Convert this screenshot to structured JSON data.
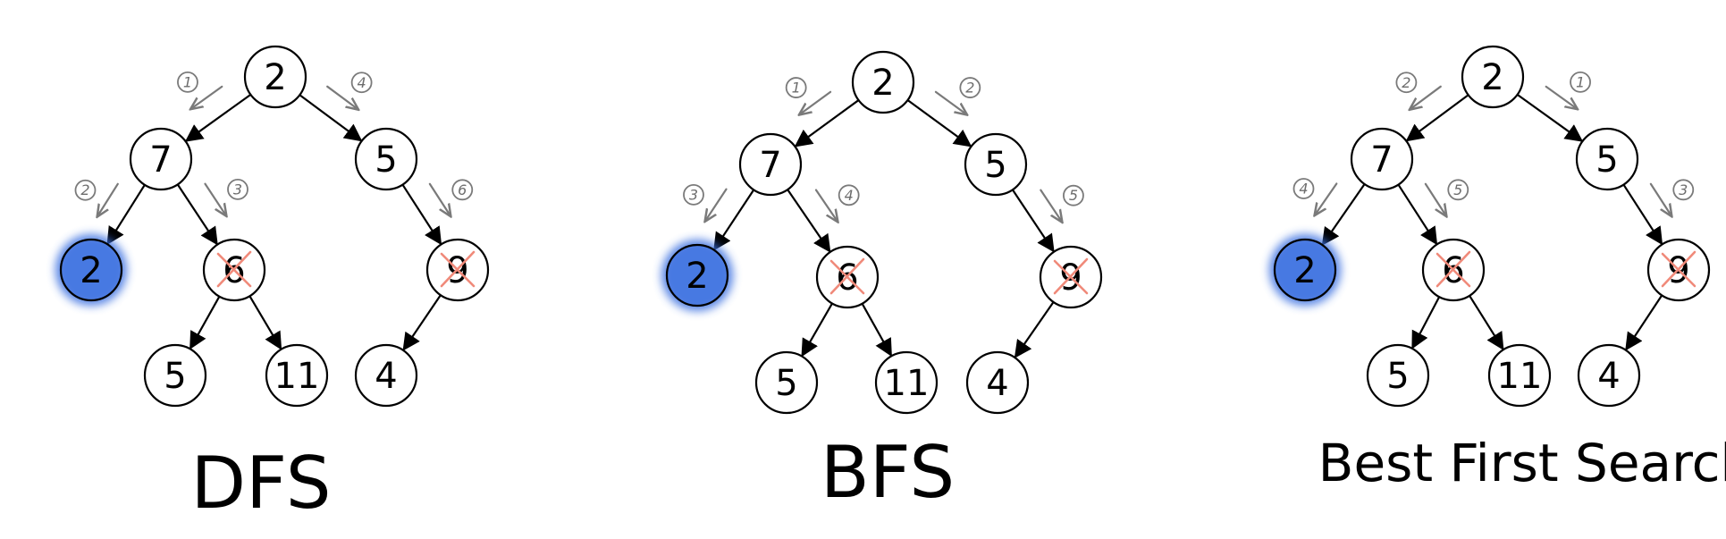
{
  "colors": {
    "found_highlight": "#3a6fe0",
    "pruned_cross": "#f08a7a",
    "pencil": "#7a7a7a"
  },
  "panels": [
    {
      "caption": "DFS",
      "nodes": [
        {
          "id": "root",
          "label": "2"
        },
        {
          "id": "l",
          "label": "7"
        },
        {
          "id": "r",
          "label": "5"
        },
        {
          "id": "ll",
          "label": "2",
          "state": "found"
        },
        {
          "id": "lr",
          "label": "6",
          "state": "pruned"
        },
        {
          "id": "rr",
          "label": "9",
          "state": "pruned"
        },
        {
          "id": "lrl",
          "label": "5"
        },
        {
          "id": "lrr",
          "label": "11"
        },
        {
          "id": "rrl",
          "label": "4"
        }
      ],
      "edges": [
        [
          "root",
          "l"
        ],
        [
          "root",
          "r"
        ],
        [
          "l",
          "ll"
        ],
        [
          "l",
          "lr"
        ],
        [
          "r",
          "rr"
        ],
        [
          "lr",
          "lrl"
        ],
        [
          "lr",
          "lrr"
        ],
        [
          "rr",
          "rrl"
        ]
      ],
      "order_marks": [
        {
          "edge": "root-l",
          "label": "1"
        },
        {
          "edge": "l-ll",
          "label": "2"
        },
        {
          "edge": "l-lr",
          "label": "3"
        },
        {
          "edge": "root-r",
          "label": "4"
        },
        {
          "edge": "r-rr",
          "label": "6"
        }
      ]
    },
    {
      "caption": "BFS",
      "nodes": [
        {
          "id": "root",
          "label": "2"
        },
        {
          "id": "l",
          "label": "7"
        },
        {
          "id": "r",
          "label": "5"
        },
        {
          "id": "ll",
          "label": "2",
          "state": "found"
        },
        {
          "id": "lr",
          "label": "6",
          "state": "pruned"
        },
        {
          "id": "rr",
          "label": "9",
          "state": "pruned"
        },
        {
          "id": "lrl",
          "label": "5"
        },
        {
          "id": "lrr",
          "label": "11"
        },
        {
          "id": "rrl",
          "label": "4"
        }
      ],
      "edges": [
        [
          "root",
          "l"
        ],
        [
          "root",
          "r"
        ],
        [
          "l",
          "ll"
        ],
        [
          "l",
          "lr"
        ],
        [
          "r",
          "rr"
        ],
        [
          "lr",
          "lrl"
        ],
        [
          "lr",
          "lrr"
        ],
        [
          "rr",
          "rrl"
        ]
      ],
      "order_marks": [
        {
          "edge": "root-l",
          "label": "1"
        },
        {
          "edge": "root-r",
          "label": "2"
        },
        {
          "edge": "l-ll",
          "label": "3"
        },
        {
          "edge": "l-lr",
          "label": "4"
        },
        {
          "edge": "r-rr",
          "label": "5"
        }
      ]
    },
    {
      "caption": "Best First Search",
      "nodes": [
        {
          "id": "root",
          "label": "2"
        },
        {
          "id": "l",
          "label": "7"
        },
        {
          "id": "r",
          "label": "5"
        },
        {
          "id": "ll",
          "label": "2",
          "state": "found"
        },
        {
          "id": "lr",
          "label": "6",
          "state": "pruned"
        },
        {
          "id": "rr",
          "label": "9",
          "state": "pruned"
        },
        {
          "id": "lrl",
          "label": "5"
        },
        {
          "id": "lrr",
          "label": "11"
        },
        {
          "id": "rrl",
          "label": "4"
        }
      ],
      "edges": [
        [
          "root",
          "l"
        ],
        [
          "root",
          "r"
        ],
        [
          "l",
          "ll"
        ],
        [
          "l",
          "lr"
        ],
        [
          "r",
          "rr"
        ],
        [
          "lr",
          "lrl"
        ],
        [
          "lr",
          "lrr"
        ],
        [
          "rr",
          "rrl"
        ]
      ],
      "order_marks": [
        {
          "edge": "root-r",
          "label": "1"
        },
        {
          "edge": "root-l",
          "label": "2"
        },
        {
          "edge": "r-rr",
          "label": "3"
        },
        {
          "edge": "l-ll",
          "label": "4"
        },
        {
          "edge": "l-lr",
          "label": "5"
        }
      ]
    }
  ]
}
